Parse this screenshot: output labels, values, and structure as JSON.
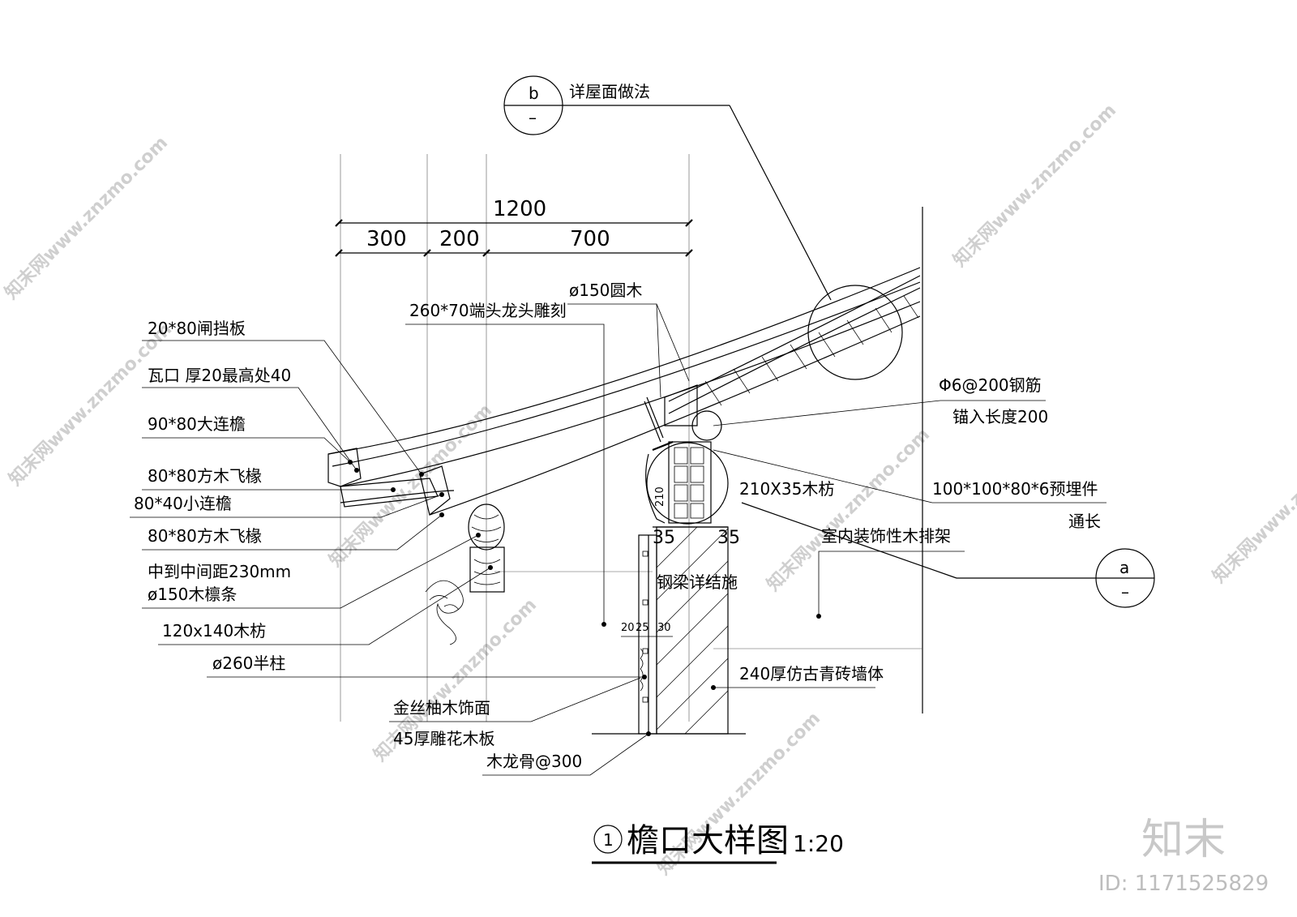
{
  "drawing": {
    "title": "檐口大样图",
    "title_number": "1",
    "scale": "1:20",
    "dimensions": {
      "overall": "1200",
      "segments": [
        "300",
        "200",
        "700"
      ]
    },
    "callouts": {
      "b": {
        "letter": "b",
        "sub": "–"
      },
      "a": {
        "letter": "a",
        "sub": "–"
      }
    },
    "labels": {
      "roof_ref": "详屋面做法",
      "round_wood": "ø150圆木",
      "dragon_carving": "260*70端头龙头雕刻",
      "gate_board": "20*80闸挡板",
      "tile_edge": "瓦口 厚20最高处40",
      "big_purlin": "90*80大连檐",
      "rafter1": "80*80方木飞椽",
      "small_purlin": "80*40小连檐",
      "rafter2": "80*80方木飞椽",
      "spacing": "中到中间距230mm",
      "purlin": "ø150木檩条",
      "wood_beam": "120x140木枋",
      "half_column": "ø260半柱",
      "rebar": "Φ6@200钢筋",
      "anchor": "锚入长度200",
      "embed": "100*100*80*6预埋件",
      "through": "通长",
      "beam_210": "210X35木枋",
      "interior_frame": "室内装饰性木排架",
      "steel_beam": "钢梁详结施",
      "brick_wall": "240厚仿古青砖墙体",
      "veneer": "金丝柚木饰面",
      "carved_board": "45厚雕花木板",
      "keel": "木龙骨@300",
      "dim_210": "210",
      "dim_35a": "35",
      "dim_35b": "35",
      "dim_20": "20",
      "dim_25": "25",
      "dim_30": "30"
    }
  },
  "watermark": {
    "text": "知末网www.znzmo.com",
    "brand": "知末",
    "id": "ID: 1171525829"
  }
}
